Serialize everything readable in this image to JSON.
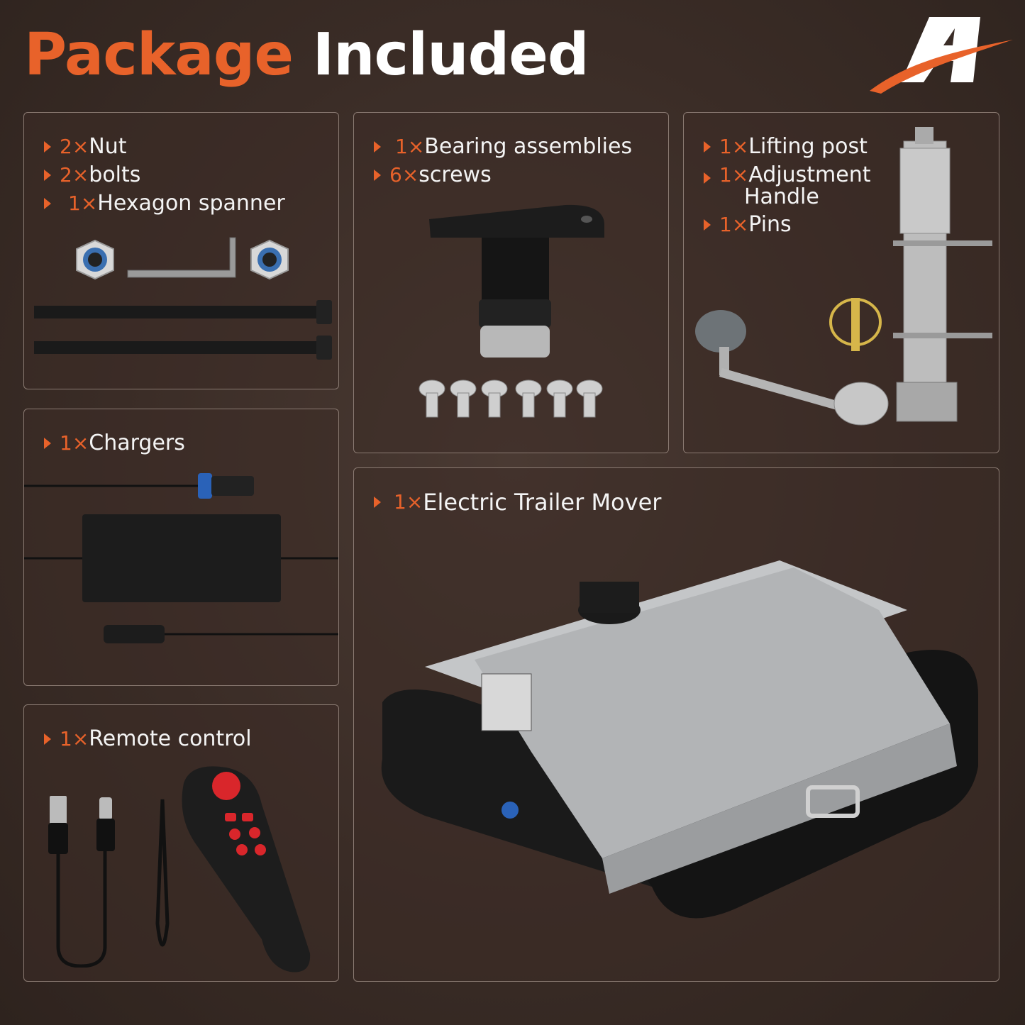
{
  "header": {
    "title_part1": "Package",
    "title_part2": "Included"
  },
  "brand": {
    "logo_icon": "stylized-A-logo",
    "accent_color": "#e8622a"
  },
  "panels": {
    "hardware": {
      "items": [
        {
          "qty": "2×",
          "name": "Nut"
        },
        {
          "qty": "2×",
          "name": "bolts"
        },
        {
          "qty": "1×",
          "name": "Hexagon spanner"
        }
      ]
    },
    "bearing": {
      "items": [
        {
          "qty": "1×",
          "name": "Bearing assemblies"
        },
        {
          "qty": "6×",
          "name": "screws"
        }
      ]
    },
    "lifting": {
      "items": [
        {
          "qty": "1×",
          "name": "Lifting post"
        },
        {
          "qty": "1×",
          "name": "Adjustment",
          "name2": "Handle"
        },
        {
          "qty": "1×",
          "name": "Pins"
        }
      ]
    },
    "chargers": {
      "items": [
        {
          "qty": "1×",
          "name": "Chargers"
        }
      ]
    },
    "mover": {
      "items": [
        {
          "qty": "1×",
          "name": "Electric Trailer Mover"
        }
      ]
    },
    "remote": {
      "items": [
        {
          "qty": "1×",
          "name": "Remote control"
        }
      ]
    }
  }
}
